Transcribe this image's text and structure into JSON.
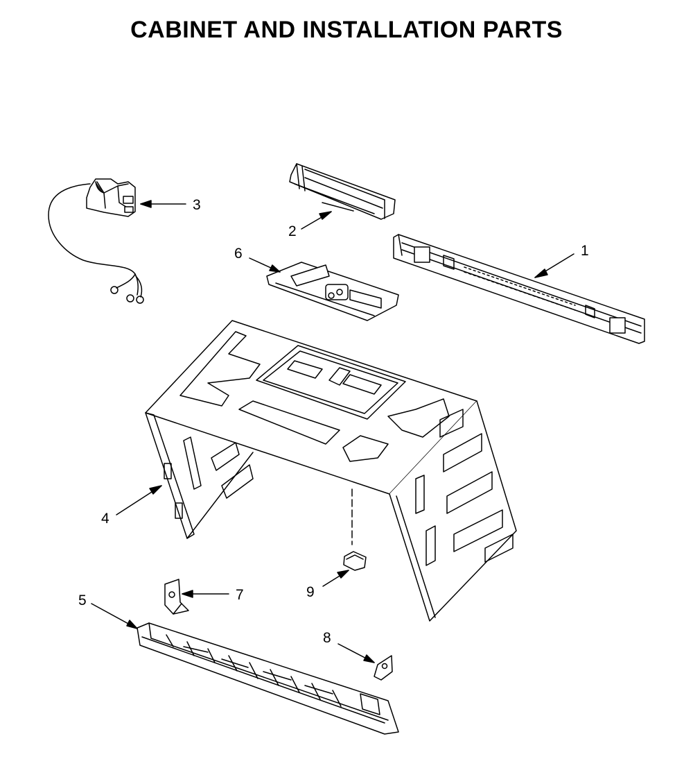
{
  "title": "CABINET AND INSTALLATION PARTS",
  "callouts": {
    "c1": "1",
    "c2": "2",
    "c3": "3",
    "c4": "4",
    "c5": "5",
    "c6": "6",
    "c7": "7",
    "c8": "8",
    "c9": "9"
  },
  "colors": {
    "line": "#000000",
    "background": "#ffffff"
  }
}
